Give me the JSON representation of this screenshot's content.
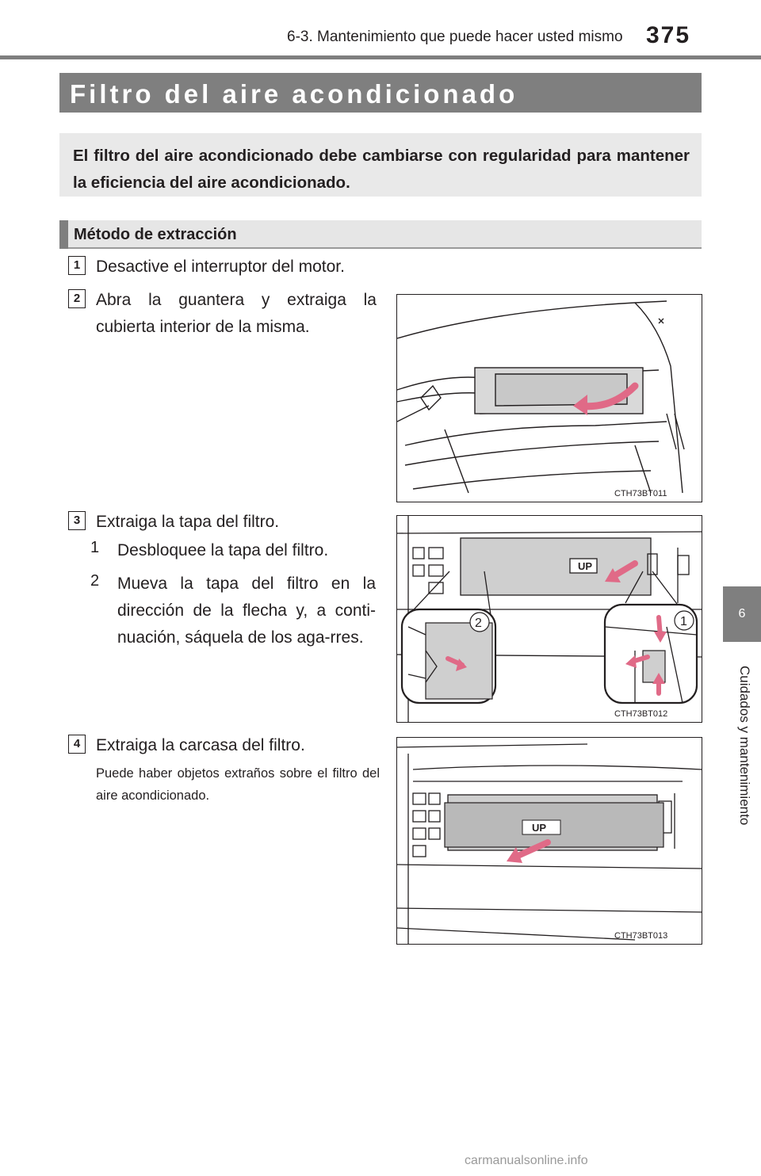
{
  "header": {
    "chapter": "6-3. Mantenimiento que puede hacer usted mismo",
    "page_number": "375"
  },
  "side_tab": {
    "number": "6",
    "label": "Cuidados y mantenimiento"
  },
  "title": "Filtro del aire acondicionado",
  "intro": "El filtro del aire acondicionado debe cambiarse con regularidad para mantener la eficiencia del aire acondicionado.",
  "section": "Método de extracción",
  "steps": [
    {
      "num": "1",
      "text": "Desactive el interruptor del motor."
    },
    {
      "num": "2",
      "text": "Abra la guantera y extraiga la cubierta interior de la misma.",
      "figure_code": "CTH73BT011"
    },
    {
      "num": "3",
      "text": "Extraiga la tapa del filtro.",
      "figure_code": "CTH73BT012",
      "substeps": [
        {
          "num": "1",
          "text": "Desbloquee la tapa del filtro."
        },
        {
          "num": "2",
          "text": "Mueva la tapa del filtro en la dirección de la flecha y, a conti-nuación, sáquela de los aga-rres."
        }
      ]
    },
    {
      "num": "4",
      "text": "Extraiga la carcasa del filtro.",
      "note": "Puede haber objetos extraños sobre el filtro del aire acondicionado.",
      "figure_code": "CTH73BT013"
    }
  ],
  "figure_labels": {
    "up": "UP",
    "callout_1": "1",
    "callout_2": "2"
  },
  "watermark": "carmanualsonline.info",
  "colors": {
    "band_gray": "#7f7f7f",
    "box_gray": "#e9e9e9",
    "arrow_pink": "#e06a87"
  }
}
